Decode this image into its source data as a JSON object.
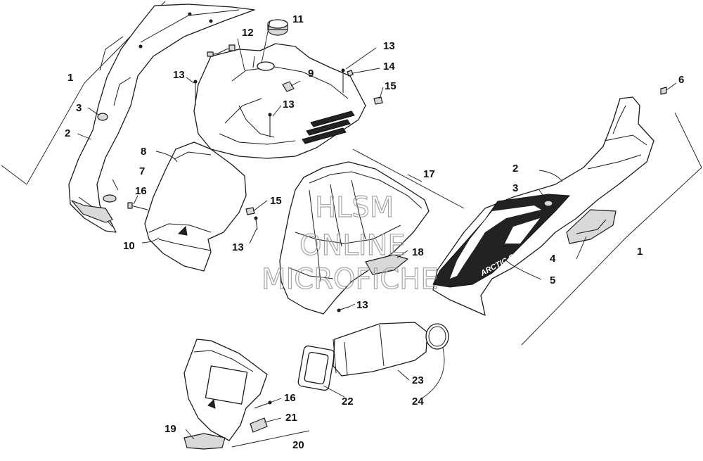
{
  "watermark": {
    "line1": "HLSM",
    "line2": "ONLINE",
    "line3": "MICROFICHE"
  },
  "decal_text": "ARCTIC CAT",
  "callouts": [
    {
      "id": "c1a",
      "label": "1"
    },
    {
      "id": "c1b",
      "label": "1"
    },
    {
      "id": "c2a",
      "label": "2"
    },
    {
      "id": "c2b",
      "label": "2"
    },
    {
      "id": "c3a",
      "label": "3"
    },
    {
      "id": "c3b",
      "label": "3"
    },
    {
      "id": "c4",
      "label": "4"
    },
    {
      "id": "c5",
      "label": "5"
    },
    {
      "id": "c6",
      "label": "6"
    },
    {
      "id": "c7",
      "label": "7"
    },
    {
      "id": "c8",
      "label": "8"
    },
    {
      "id": "c9",
      "label": "9"
    },
    {
      "id": "c10",
      "label": "10"
    },
    {
      "id": "c11",
      "label": "11"
    },
    {
      "id": "c12",
      "label": "12"
    },
    {
      "id": "c13a",
      "label": "13"
    },
    {
      "id": "c13b",
      "label": "13"
    },
    {
      "id": "c13c",
      "label": "13"
    },
    {
      "id": "c13d",
      "label": "13"
    },
    {
      "id": "c13e",
      "label": "13"
    },
    {
      "id": "c14",
      "label": "14"
    },
    {
      "id": "c15a",
      "label": "15"
    },
    {
      "id": "c15b",
      "label": "15"
    },
    {
      "id": "c16a",
      "label": "16"
    },
    {
      "id": "c16b",
      "label": "16"
    },
    {
      "id": "c17",
      "label": "17"
    },
    {
      "id": "c18",
      "label": "18"
    },
    {
      "id": "c19",
      "label": "19"
    },
    {
      "id": "c20",
      "label": "20"
    },
    {
      "id": "c21",
      "label": "21"
    },
    {
      "id": "c22",
      "label": "22"
    },
    {
      "id": "c23",
      "label": "23"
    },
    {
      "id": "c24",
      "label": "24"
    }
  ]
}
